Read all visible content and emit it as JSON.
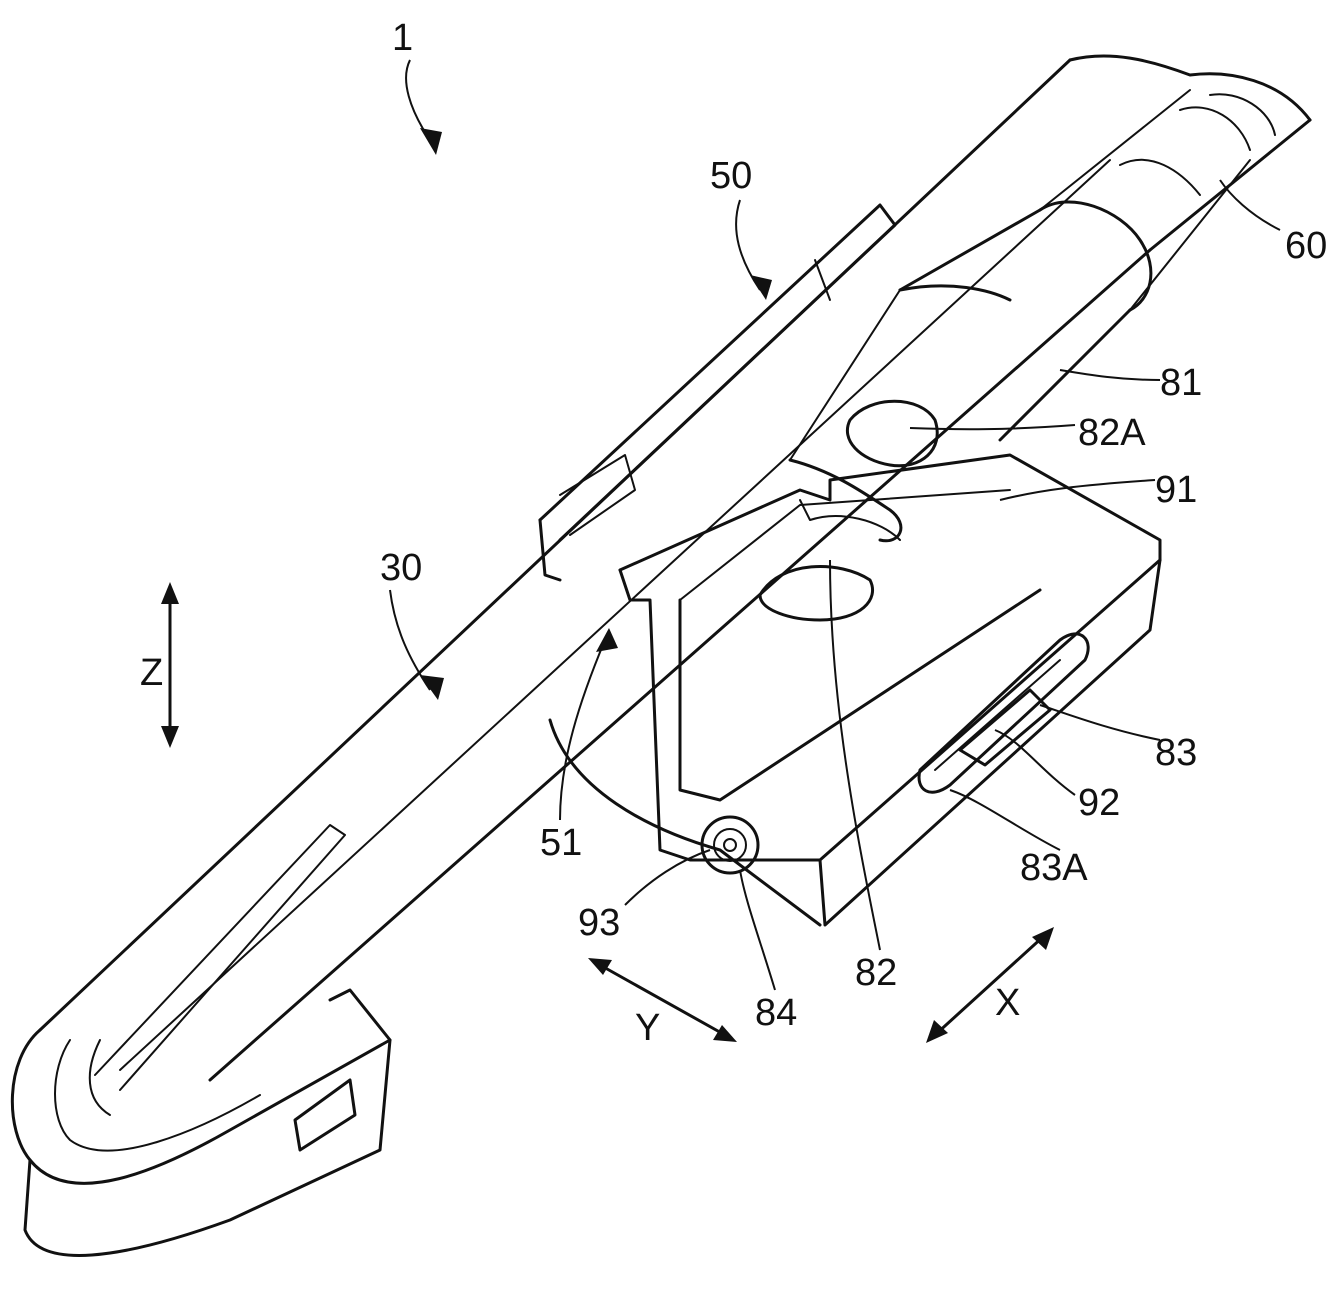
{
  "figure": {
    "reference_labels": {
      "assembly": "1",
      "arm": "30",
      "holder": "50",
      "holder_slot": "51",
      "pipe": "60",
      "sleeve": "81",
      "tab": "82",
      "tab_window": "82A",
      "side_clip": "83",
      "side_clip_window": "83A",
      "pin": "84",
      "claw": "91",
      "side_lock": "92",
      "screw": "93"
    },
    "axes": {
      "z": "Z",
      "y": "Y",
      "x": "X"
    }
  }
}
